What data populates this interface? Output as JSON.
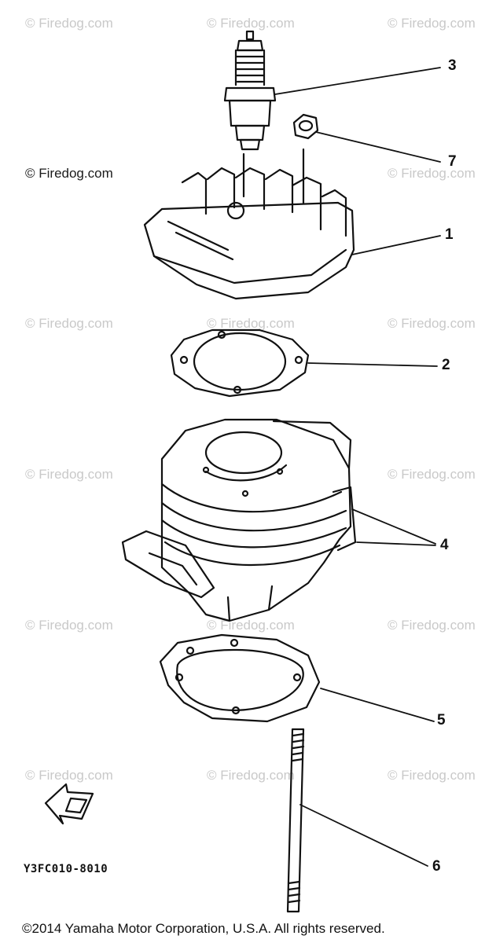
{
  "watermark": {
    "text": "© Firedog.com"
  },
  "callouts": [
    "3",
    "7",
    "1",
    "2",
    "4",
    "5",
    "6"
  ],
  "diagram_code": "Y3FC010-8010",
  "copyright": "©2014 Yamaha Motor Corporation, U.S.A. All rights reserved.",
  "colors": {
    "line": "#111111",
    "watermark": "#c9c9c9",
    "background": "#ffffff"
  }
}
